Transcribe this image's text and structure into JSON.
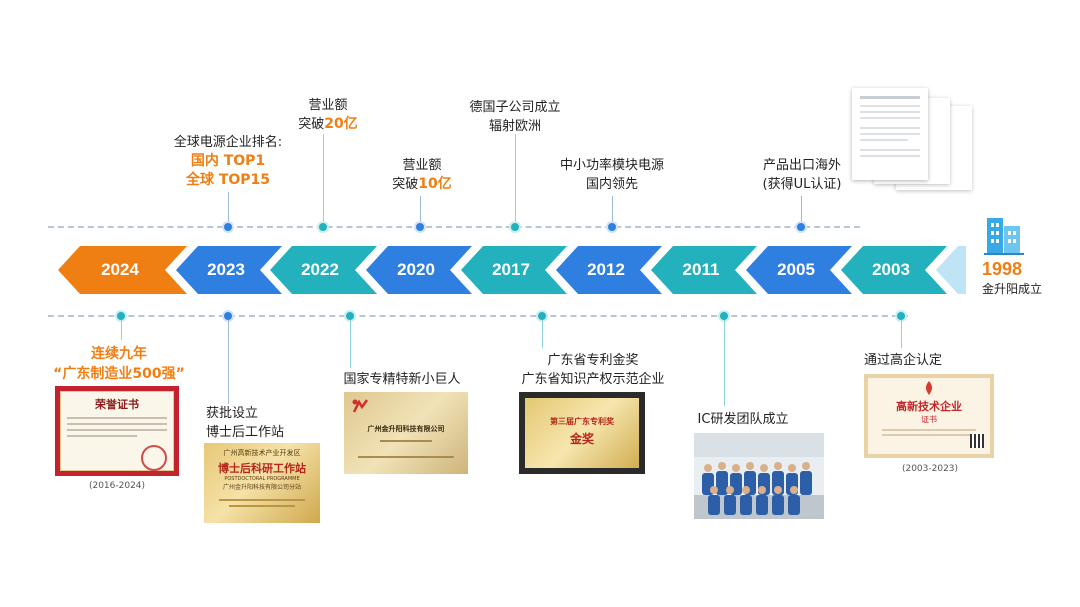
{
  "timeline": {
    "years": [
      "2024",
      "2023",
      "2022",
      "2020",
      "2017",
      "2012",
      "2011",
      "2005",
      "2003"
    ],
    "colors": {
      "orange": "#f07f13",
      "blue": "#2f7fe0",
      "teal": "#23b2bd",
      "light": "#bfe4f5"
    },
    "founding": {
      "year": "1998",
      "text": "金升阳成立"
    }
  },
  "top_events": {
    "e2023": {
      "line1": "全球电源企业排名:",
      "line2": "国内 TOP1",
      "line3": "全球 TOP15"
    },
    "e2022": {
      "line1": "营业额",
      "line2a": "突破",
      "line2b": "20亿"
    },
    "e2020": {
      "line1": "营业额",
      "line2a": "突破",
      "line2b": "10亿"
    },
    "e2017": {
      "line1": "德国子公司成立",
      "line2": "辐射欧洲"
    },
    "e2012": {
      "line1": "中小功率模块电源",
      "line2": "国内领先"
    },
    "e2005": {
      "line1": "产品出口海外",
      "line2": "(获得UL认证)"
    }
  },
  "bottom_events": {
    "e2024": {
      "line1": "连续九年",
      "line2": "“广东制造业500强”",
      "caption": "(2016-2024)",
      "cert_title": "荣誉证书"
    },
    "e2023": {
      "line1": "获批设立",
      "line2": "博士后工作站",
      "plaque_top": "广州高新技术产业开发区",
      "plaque_main": "博士后科研工作站",
      "plaque_en": "POSTDOCTORAL PROGRAMME",
      "plaque_sub": "广州金升阳科技有限公司分站"
    },
    "e2022": {
      "line1": "国家专精特新小巨人",
      "plaque_company": "广州金升阳科技有限公司"
    },
    "e2017": {
      "line1": "广东省专利金奖",
      "line2": "广东省知识产权示范企业",
      "plaque_line": "第三届广东专利奖",
      "plaque_main": "金奖"
    },
    "e2011": {
      "line1": "IC研发团队成立"
    },
    "e2003": {
      "line1": "通过高企认定",
      "caption": "(2003-2023)",
      "cert_title": "高新技术企业",
      "cert_sub": "证书"
    }
  }
}
